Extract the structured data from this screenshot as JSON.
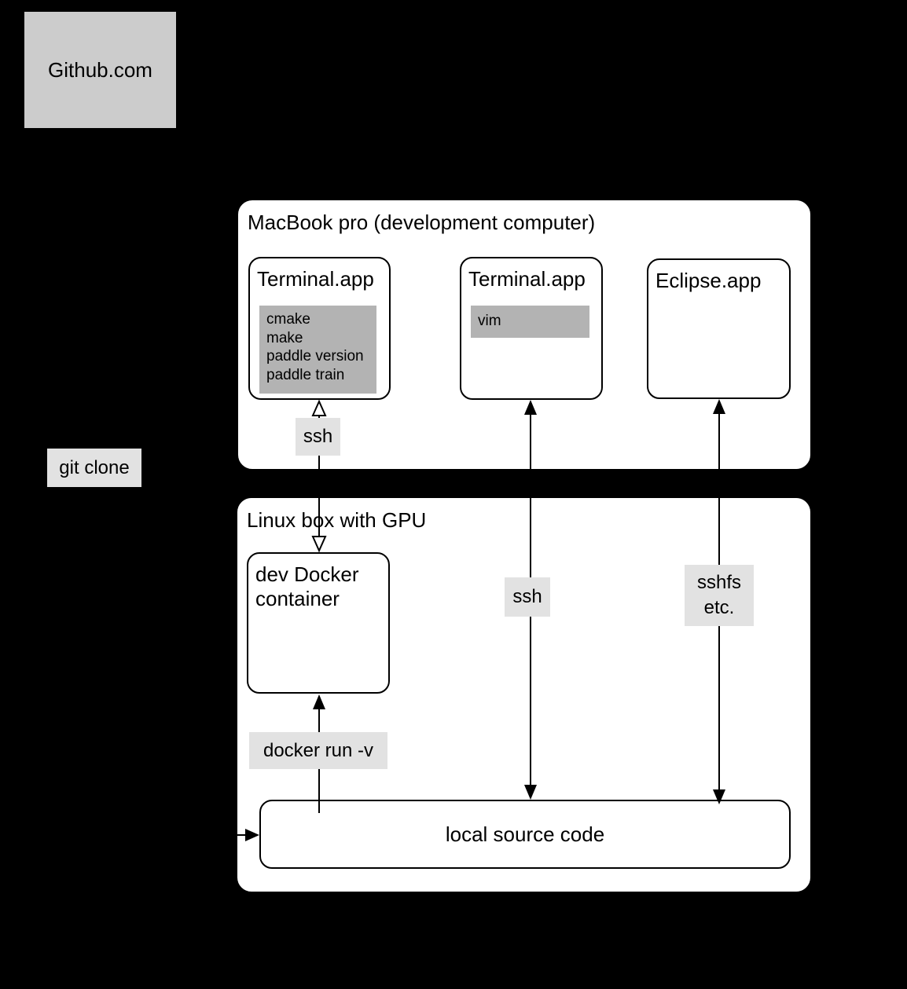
{
  "colors": {
    "background": "#000000",
    "panel_fill": "#ffffff",
    "github_gray": "#cccccc",
    "command_gray": "#b3b3b3",
    "label_gray": "#e2e2e2",
    "line_color": "#000000"
  },
  "nodes": {
    "github": {
      "label": "Github.com"
    },
    "macbook": {
      "title": "MacBook pro (development computer)"
    },
    "terminal_build": {
      "title": "Terminal.app",
      "commands": [
        "cmake",
        "make",
        "paddle version",
        "paddle train"
      ]
    },
    "terminal_editor": {
      "title": "Terminal.app",
      "commands": [
        "vim"
      ]
    },
    "eclipse": {
      "title": "Eclipse.app"
    },
    "linux": {
      "title": "Linux box with GPU"
    },
    "dev_docker": {
      "title": "dev Docker container"
    },
    "local_source": {
      "label": "local source code"
    }
  },
  "edge_labels": {
    "git_clone": "git clone",
    "ssh_dev": "ssh",
    "ssh_remote": "ssh",
    "sshfs_line1": "sshfs",
    "sshfs_line2": "etc.",
    "docker_run": "docker run -v"
  }
}
